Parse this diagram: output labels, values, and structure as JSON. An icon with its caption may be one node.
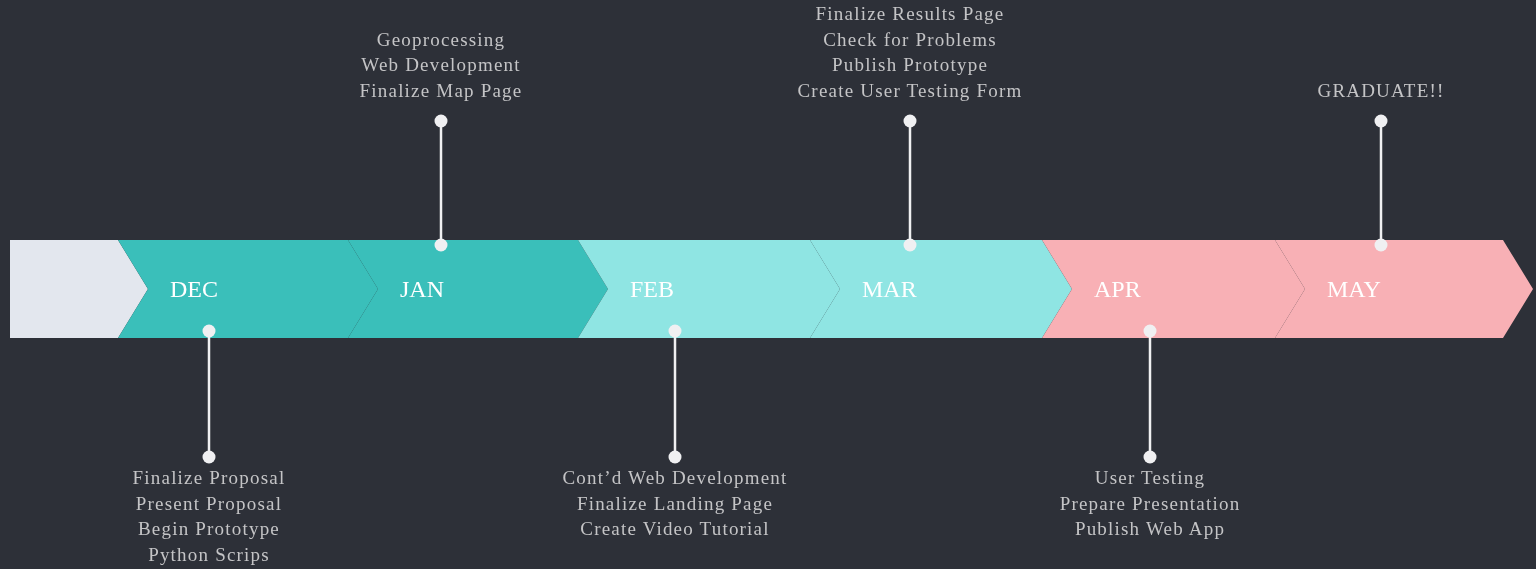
{
  "diagram": {
    "nodes": [
      {
        "text": [],
        "shape": "chevron"
      },
      {
        "text": [
          "DEC"
        ]
      },
      {
        "text": [
          "JAN"
        ]
      },
      {
        "text": [
          "FEB"
        ]
      },
      {
        "text": [
          "MAR"
        ]
      },
      {
        "text": [
          "APR"
        ]
      },
      {
        "text": [
          "MAY"
        ]
      },
      {
        "text": [
          "Geoprocessing",
          "Web Development",
          "Finalize Map Page"
        ]
      },
      {
        "text": [
          "Finalize Results Page",
          "Check for Problems",
          "Publish Prototype",
          "Create User Testing Form"
        ]
      },
      {
        "text": [
          "GRADUATE!!"
        ]
      },
      {
        "text": [
          "Finalize Proposal",
          "Present Proposal",
          "Begin Prototype",
          "Python Scrips"
        ]
      },
      {
        "text": [
          "Cont’d Web Development",
          "Finalize Landing Page",
          "Create Video Tutorial"
        ]
      },
      {
        "text": [
          "User Testing",
          "Prepare Presentation",
          "Publish Web App"
        ]
      }
    ],
    "edges": [
      {
        "from": 7,
        "to": 2,
        "arrow": "other"
      },
      {
        "from": 8,
        "to": 4,
        "arrow": "other"
      },
      {
        "from": 9,
        "to": 6,
        "arrow": "other"
      },
      {
        "from": 10,
        "to": 1,
        "arrow": "other"
      },
      {
        "from": 11,
        "to": 3,
        "arrow": "other"
      },
      {
        "from": 12,
        "to": 5,
        "arrow": "other"
      }
    ]
  }
}
